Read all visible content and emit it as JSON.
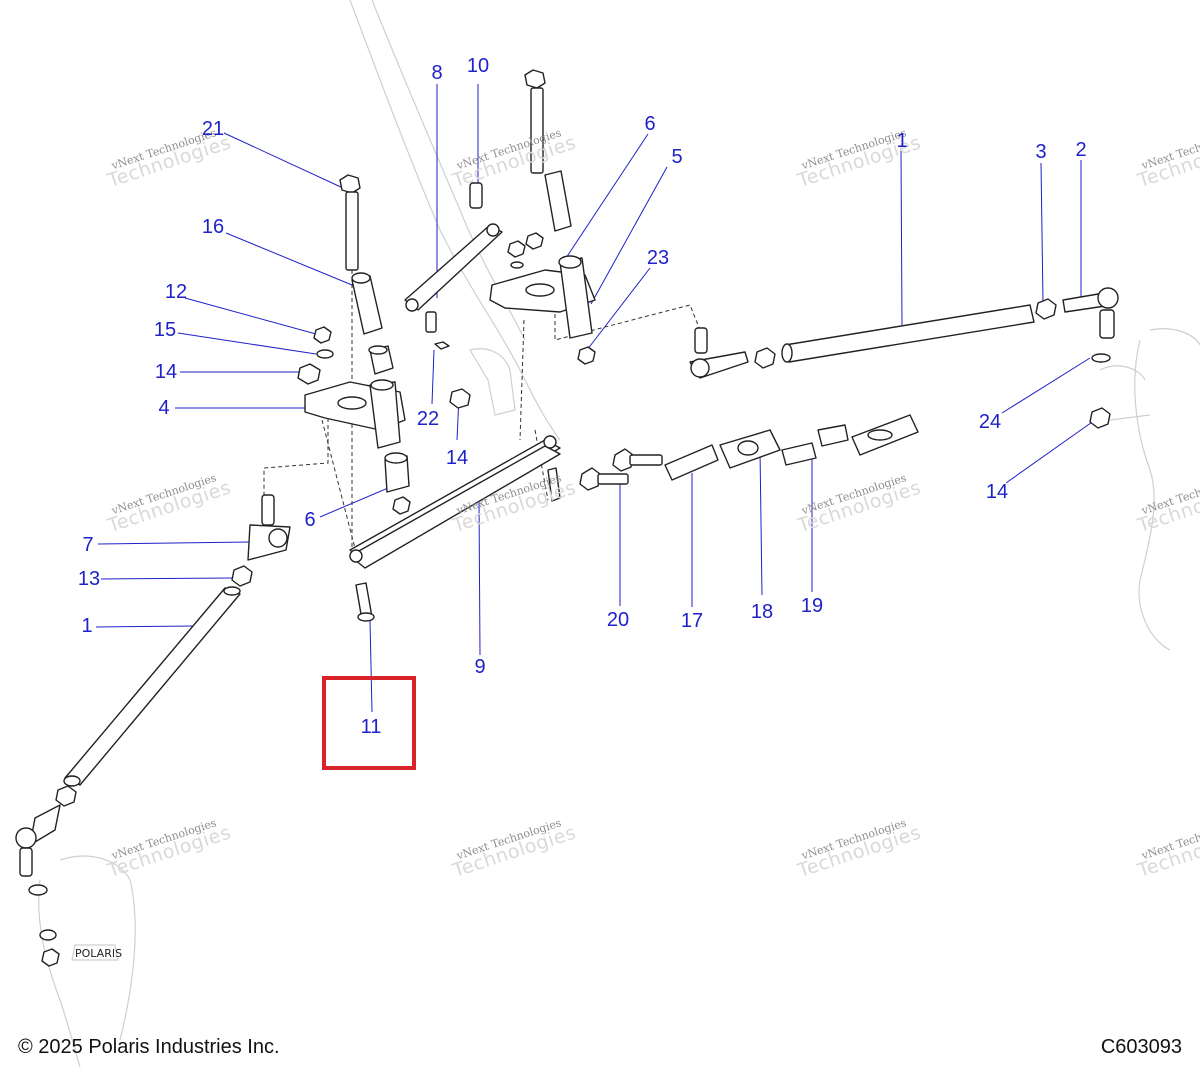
{
  "diagram": {
    "callouts": [
      {
        "id": "c1a",
        "label": "1"
      },
      {
        "id": "c1b",
        "label": "1"
      },
      {
        "id": "c2",
        "label": "2"
      },
      {
        "id": "c3",
        "label": "3"
      },
      {
        "id": "c4",
        "label": "4"
      },
      {
        "id": "c5",
        "label": "5"
      },
      {
        "id": "c6a",
        "label": "6"
      },
      {
        "id": "c6b",
        "label": "6"
      },
      {
        "id": "c7",
        "label": "7"
      },
      {
        "id": "c8",
        "label": "8"
      },
      {
        "id": "c9",
        "label": "9"
      },
      {
        "id": "c10",
        "label": "10"
      },
      {
        "id": "c11",
        "label": "11"
      },
      {
        "id": "c12",
        "label": "12"
      },
      {
        "id": "c13",
        "label": "13"
      },
      {
        "id": "c14a",
        "label": "14"
      },
      {
        "id": "c14b",
        "label": "14"
      },
      {
        "id": "c14c",
        "label": "14"
      },
      {
        "id": "c15",
        "label": "15"
      },
      {
        "id": "c16",
        "label": "16"
      },
      {
        "id": "c17",
        "label": "17"
      },
      {
        "id": "c18",
        "label": "18"
      },
      {
        "id": "c19",
        "label": "19"
      },
      {
        "id": "c20",
        "label": "20"
      },
      {
        "id": "c21",
        "label": "21"
      },
      {
        "id": "c22",
        "label": "22"
      },
      {
        "id": "c23",
        "label": "23"
      },
      {
        "id": "c24",
        "label": "24"
      }
    ],
    "highlighted_callout": "11",
    "watermark": {
      "line1": "vNext Technologies",
      "line2": "Technologies"
    },
    "copyright": "© 2025 Polaris Industries Inc.",
    "figure_code": "C603093",
    "colors": {
      "callout": "#1f22c8",
      "highlight": "#d8232a",
      "line": "#1f22c8",
      "part": "#222222"
    }
  }
}
